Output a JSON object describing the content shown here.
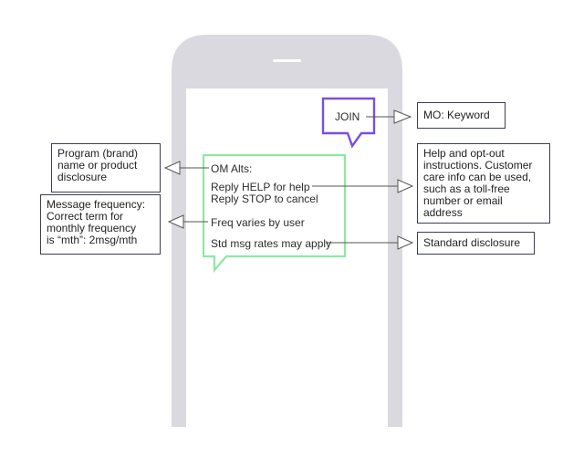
{
  "keyword_bubble": {
    "text": "JOIN"
  },
  "message_bubble": {
    "lines": [
      "OM Alts:",
      "Reply HELP for help",
      "Reply STOP to cancel",
      "Freq varies by user",
      "Std msg rates may apply"
    ]
  },
  "annotations": {
    "mo_keyword": "MO: Keyword",
    "program_name": [
      "Program (brand)",
      "name or product",
      "disclosure"
    ],
    "help_optout": [
      "Help and opt-out",
      "instructions. Customer",
      "care info can be used,",
      "such as a toll-free",
      "number or email",
      "address"
    ],
    "message_frequency": [
      "Message frequency:",
      "Correct term for",
      "monthly frequency",
      "is “mth”: 2msg/mth"
    ],
    "standard_disclosure": "Standard disclosure"
  },
  "colors": {
    "phone": "#d9d9df",
    "screen": "#ffffff",
    "keyword_border": "#7b4fe0",
    "message_border": "#8ee8a2",
    "annotation_border": "#3b3f52",
    "connector": "#555555"
  }
}
